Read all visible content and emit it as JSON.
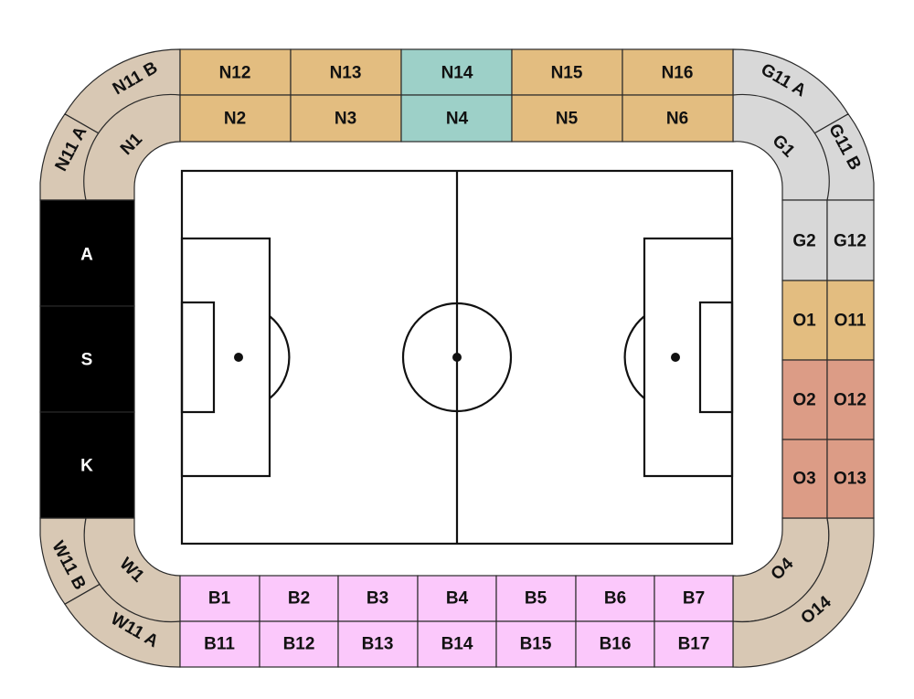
{
  "colors": {
    "tan": "#e3bd80",
    "teal": "#9dd0c8",
    "beige": "#d8c8b4",
    "gray": "#d8d8d8",
    "black": "#000000",
    "salmon": "#dc9c86",
    "pink": "#fbc8fb",
    "outline": "#2a2a2a"
  },
  "sections": {
    "N12": "N12",
    "N13": "N13",
    "N14": "N14",
    "N15": "N15",
    "N16": "N16",
    "N2": "N2",
    "N3": "N3",
    "N4": "N4",
    "N5": "N5",
    "N6": "N6",
    "N11A": "N11 A",
    "N11B": "N11 B",
    "N1": "N1",
    "G11A": "G11 A",
    "G11B": "G11 B",
    "G1": "G1",
    "G2": "G2",
    "G12": "G12",
    "O1": "O1",
    "O11": "O11",
    "O2": "O2",
    "O12": "O12",
    "O3": "O3",
    "O13": "O13",
    "O4": "O4",
    "O14": "O14",
    "A": "A",
    "S": "S",
    "K": "K",
    "W1": "W1",
    "W11A": "W11 A",
    "W11B": "W11 B",
    "B1": "B1",
    "B2": "B2",
    "B3": "B3",
    "B4": "B4",
    "B5": "B5",
    "B6": "B6",
    "B7": "B7",
    "B11": "B11",
    "B12": "B12",
    "B13": "B13",
    "B14": "B14",
    "B15": "B15",
    "B16": "B16",
    "B17": "B17"
  }
}
